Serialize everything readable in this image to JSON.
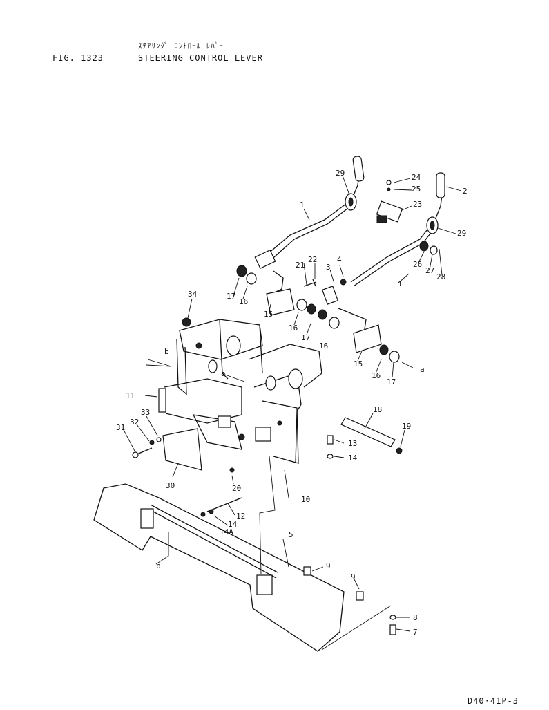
{
  "header": {
    "figure_no": "FIG. 1323",
    "title_jp": "ｽﾃｱﾘﾝｸﾞ ｺﾝﾄﾛｰﾙ ﾚﾊﾞｰ",
    "title": "STEERING CONTROL LEVER"
  },
  "footer": {
    "code": "D40·41P-3"
  },
  "callouts": [
    {
      "id": "c1a",
      "text": "1"
    },
    {
      "id": "c1b",
      "text": "1"
    },
    {
      "id": "c2",
      "text": "2"
    },
    {
      "id": "c3",
      "text": "3"
    },
    {
      "id": "c4",
      "text": "4"
    },
    {
      "id": "c5",
      "text": "5"
    },
    {
      "id": "c7",
      "text": "7"
    },
    {
      "id": "c8",
      "text": "8"
    },
    {
      "id": "c9a",
      "text": "9"
    },
    {
      "id": "c9b",
      "text": "9"
    },
    {
      "id": "c10",
      "text": "10"
    },
    {
      "id": "c11",
      "text": "11"
    },
    {
      "id": "c12",
      "text": "12"
    },
    {
      "id": "c13",
      "text": "13"
    },
    {
      "id": "c14a",
      "text": "14"
    },
    {
      "id": "c14b",
      "text": "14"
    },
    {
      "id": "c14A",
      "text": "14A"
    },
    {
      "id": "c15a",
      "text": "15"
    },
    {
      "id": "c15b",
      "text": "15"
    },
    {
      "id": "c16a",
      "text": "16"
    },
    {
      "id": "c16b",
      "text": "16"
    },
    {
      "id": "c16c",
      "text": "16"
    },
    {
      "id": "c16d",
      "text": "16"
    },
    {
      "id": "c17a",
      "text": "17"
    },
    {
      "id": "c17b",
      "text": "17"
    },
    {
      "id": "c17c",
      "text": "17"
    },
    {
      "id": "c18",
      "text": "18"
    },
    {
      "id": "c19",
      "text": "19"
    },
    {
      "id": "c20",
      "text": "20"
    },
    {
      "id": "c21",
      "text": "21"
    },
    {
      "id": "c22",
      "text": "22"
    },
    {
      "id": "c23",
      "text": "23"
    },
    {
      "id": "c24",
      "text": "24"
    },
    {
      "id": "c25",
      "text": "25"
    },
    {
      "id": "c26",
      "text": "26"
    },
    {
      "id": "c27",
      "text": "27"
    },
    {
      "id": "c28",
      "text": "28"
    },
    {
      "id": "c29a",
      "text": "29"
    },
    {
      "id": "c29b",
      "text": "29"
    },
    {
      "id": "c30",
      "text": "30"
    },
    {
      "id": "c31",
      "text": "31"
    },
    {
      "id": "c32",
      "text": "32"
    },
    {
      "id": "c33",
      "text": "33"
    },
    {
      "id": "c34",
      "text": "34"
    },
    {
      "id": "ca1",
      "text": "a"
    },
    {
      "id": "ca2",
      "text": "a"
    },
    {
      "id": "cb1",
      "text": "b"
    },
    {
      "id": "cb2",
      "text": "b"
    }
  ]
}
